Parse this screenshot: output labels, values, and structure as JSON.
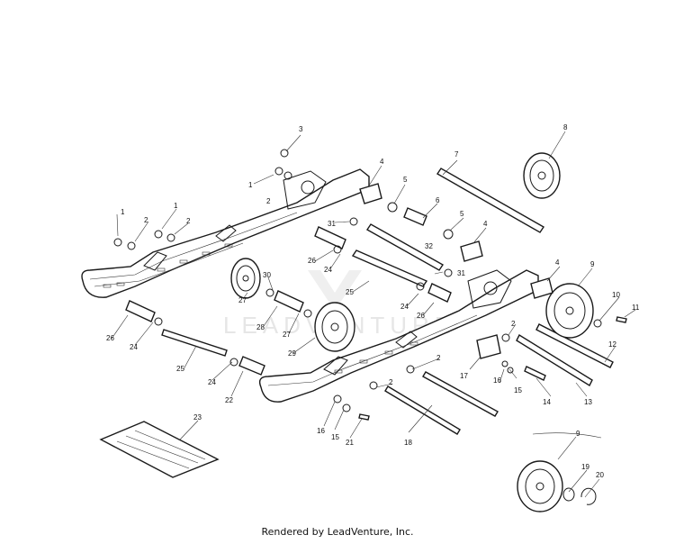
{
  "callouts": [
    "1",
    "2",
    "3",
    "4",
    "5",
    "6",
    "7",
    "8",
    "9",
    "10",
    "11",
    "12",
    "13",
    "14",
    "15",
    "16",
    "17",
    "18",
    "19",
    "20",
    "21",
    "22",
    "23",
    "24",
    "25",
    "26",
    "27",
    "28",
    "29",
    "30",
    "31",
    "32"
  ],
  "watermark": "LEADVENTURE",
  "credit": "Rendered by LeadVenture, Inc."
}
